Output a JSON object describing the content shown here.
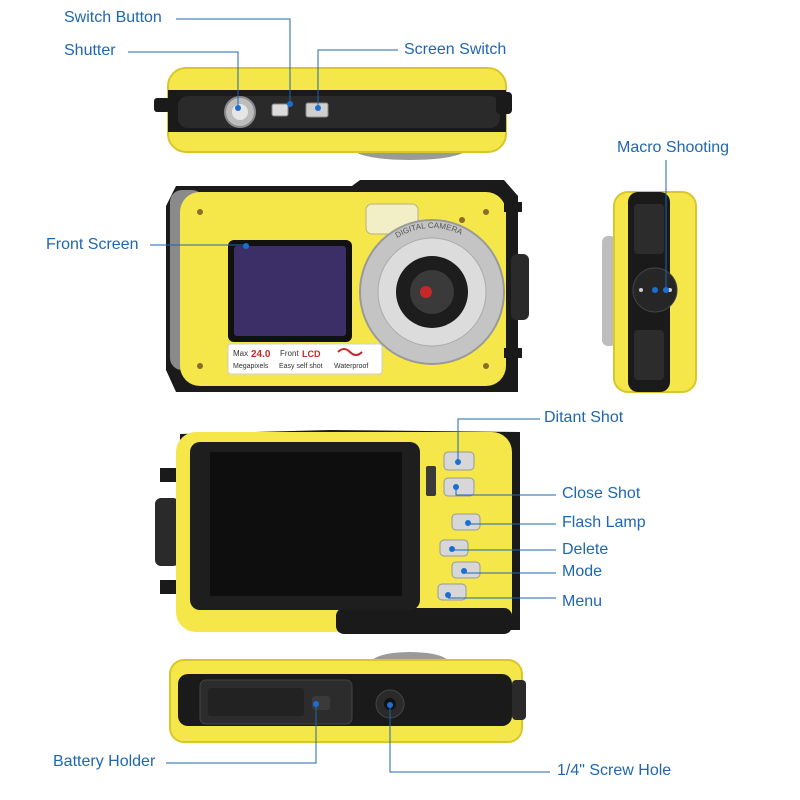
{
  "colors": {
    "body_yellow": "#f5e64a",
    "body_yellow_dark": "#d9c62c",
    "rubber_black": "#1a1a1a",
    "callout_blue": "#1f66b0",
    "dot_blue": "#1a6fd1"
  },
  "callouts": {
    "switch_button": "Switch Button",
    "shutter": "Shutter",
    "screen_switch": "Screen Switch",
    "macro_shooting": "Macro Shooting",
    "front_screen": "Front Screen",
    "distant_shot": "Ditant Shot",
    "close_shot": "Close Shot",
    "flash_lamp": "Flash Lamp",
    "delete": "Delete",
    "mode": "Mode",
    "menu": "Menu",
    "battery_holder": "Battery Holder",
    "screw_hole": "1/4\" Screw Hole"
  },
  "front_label": {
    "max": "Max",
    "megapixels_value": "24.0",
    "megapixels": "Megapixels",
    "front": "Front",
    "lcd": "LCD",
    "easy_self_shot": "Easy self shot",
    "waterproof": "Waterproof"
  },
  "lens_ring_text": "DIGITAL CAMERA"
}
